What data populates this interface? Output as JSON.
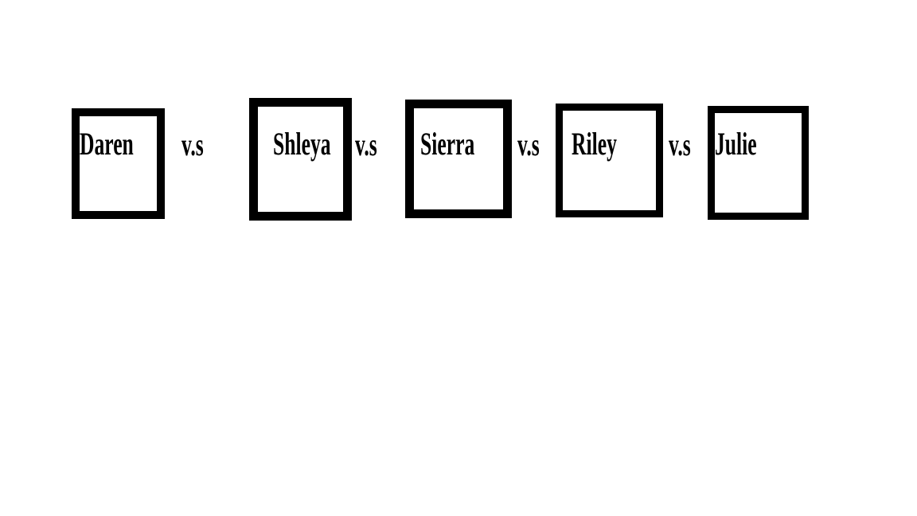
{
  "canvas": {
    "background_color": "#ffffff",
    "ink_color": "#000000"
  },
  "diagram": {
    "type": "versus-lineup",
    "separator": "v.s",
    "competitors": [
      {
        "name": "Daren"
      },
      {
        "name": "Shleya"
      },
      {
        "name": "Sierra"
      },
      {
        "name": "Riley"
      },
      {
        "name": "Julie"
      }
    ]
  }
}
